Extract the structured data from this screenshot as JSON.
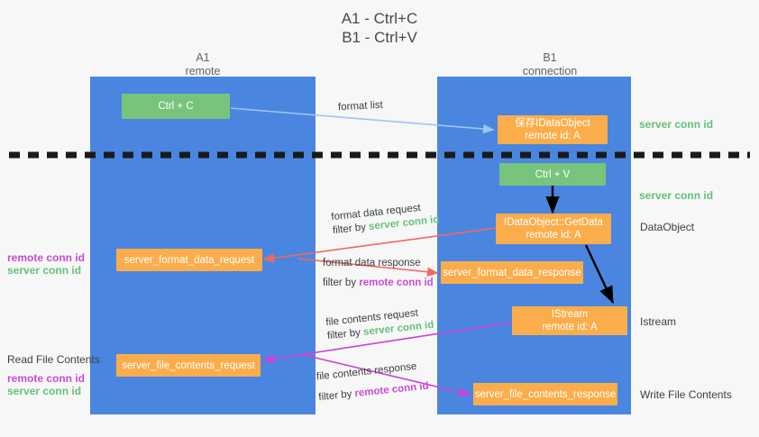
{
  "title": {
    "line1": "A1 - Ctrl+C",
    "line2": "B1 - Ctrl+V"
  },
  "lanes": [
    {
      "name": "A1",
      "sub": "remote",
      "color": "#4a86e0"
    },
    {
      "name": "B1",
      "sub": "connection",
      "color": "#4a86e0"
    }
  ],
  "nodes": {
    "ctrl_c": {
      "label": "Ctrl + C",
      "color": "#78c47c"
    },
    "save_idataobject": {
      "line1": "保存IDataObject",
      "line2": "remote id: A",
      "color": "#fbad4b"
    },
    "ctrl_v": {
      "label": "Ctrl + V",
      "color": "#78c47c"
    },
    "getdata": {
      "line1": "IDataObject::GetData",
      "line2": "remote id: A",
      "color": "#fbad4b"
    },
    "server_format_data_request": {
      "label": "server_format_data_request",
      "color": "#fbad4b"
    },
    "server_format_data_response": {
      "label": "server_format_data_response",
      "color": "#fbad4b"
    },
    "istream": {
      "line1": "IStream",
      "line2": "remote id: A",
      "color": "#fbad4b"
    },
    "server_file_contents_request": {
      "label": "server_file_contents_request",
      "color": "#fbad4b"
    },
    "server_file_contents_response": {
      "label": "server_file_contents_response",
      "color": "#fbad4b"
    }
  },
  "edges": {
    "format_list": {
      "label": "format list"
    },
    "format_data_request": {
      "label": "format data request",
      "filter_prefix": "filter by ",
      "filter_value": "server conn id"
    },
    "format_data_response": {
      "label": "format data response",
      "filter_prefix": "filter by ",
      "filter_value": "remote conn id"
    },
    "file_contents_request": {
      "label": "file contents request",
      "filter_prefix": "filter by ",
      "filter_value": "server conn id"
    },
    "file_contents_response": {
      "label": "file contents response",
      "filter_prefix": "filter by ",
      "filter_value": "remote conn id"
    }
  },
  "annotations": {
    "right_server_conn_top": "server conn id",
    "right_server_conn_mid": "server conn id",
    "right_dataobject": "DataObject",
    "right_istream": "Istream",
    "right_write_file_contents": "Write File Contents",
    "left_read_file_contents": "Read File Contents",
    "left_remote_conn_1": "remote conn id",
    "left_server_conn_1": "server conn id",
    "left_remote_conn_2": "remote conn id",
    "left_server_conn_2": "server conn id"
  },
  "colors": {
    "lane_blue": "#4a86e0",
    "node_green": "#78c47c",
    "node_orange": "#fbad4b",
    "arrow_lightblue": "#9fc5f0",
    "arrow_black": "#000000",
    "arrow_red": "#f1685e",
    "arrow_magenta": "#cc41d4",
    "text_green": "#63c178",
    "text_magenta": "#c84bd4",
    "background": "#f7f7f7"
  }
}
